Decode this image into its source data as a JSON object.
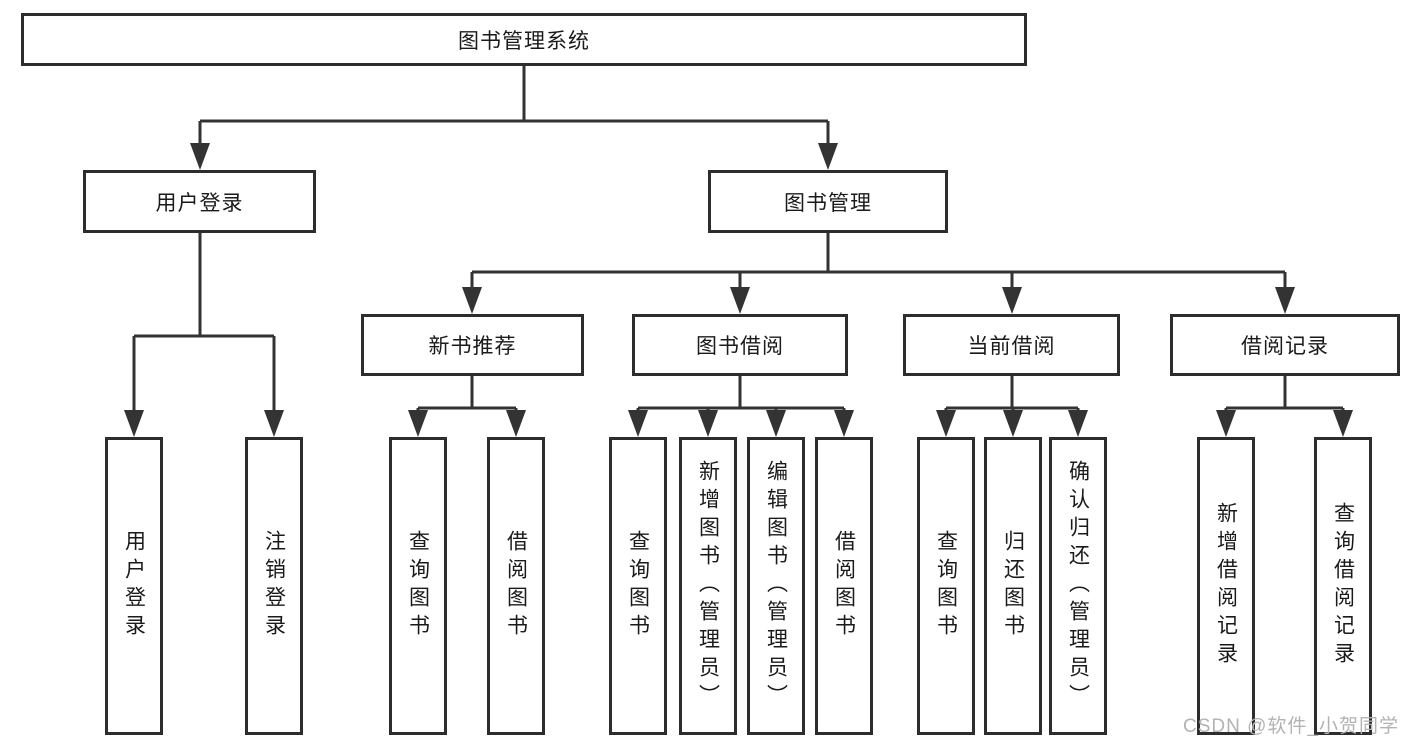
{
  "tree": {
    "root": {
      "label": "图书管理系统"
    },
    "branches": [
      {
        "label": "用户登录",
        "leaves": [
          {
            "label": "用户登录"
          },
          {
            "label": "注销登录"
          }
        ]
      },
      {
        "label": "图书管理",
        "sections": [
          {
            "label": "新书推荐",
            "leaves": [
              {
                "label": "查询图书"
              },
              {
                "label": "借阅图书"
              }
            ]
          },
          {
            "label": "图书借阅",
            "leaves": [
              {
                "label": "查询图书"
              },
              {
                "label": "新增图书（管理员）"
              },
              {
                "label": "编辑图书（管理员）"
              },
              {
                "label": "借阅图书"
              }
            ]
          },
          {
            "label": "当前借阅",
            "leaves": [
              {
                "label": "查询图书"
              },
              {
                "label": "归还图书"
              },
              {
                "label": "确认归还（管理员）"
              }
            ]
          },
          {
            "label": "借阅记录",
            "leaves": [
              {
                "label": "新增借阅记录"
              },
              {
                "label": "查询借阅记录"
              }
            ]
          }
        ]
      }
    ]
  },
  "watermark": {
    "text": "CSDN @软件_小贺同学"
  },
  "colors": {
    "line": "#333333",
    "box_border": "#2d2d2d",
    "text": "#1a1a1a",
    "watermark_text": "#b3b3b3"
  }
}
